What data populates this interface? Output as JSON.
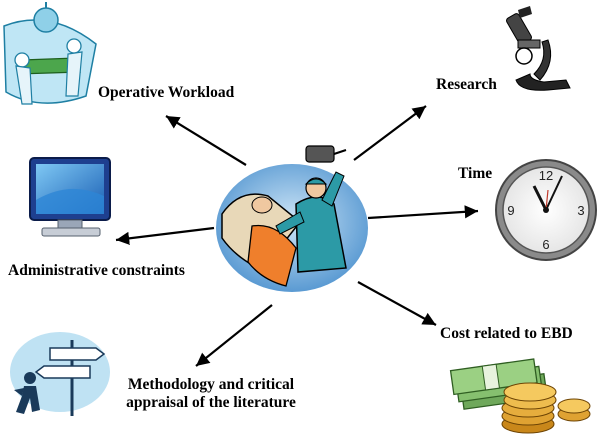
{
  "labels": {
    "operative_workload": "Operative Workload",
    "administrative_constraints": "Administrative constraints",
    "methodology_line1": "Methodology and critical",
    "methodology_line2": "appraisal of the literature",
    "research": "Research",
    "time": "Time",
    "cost": "Cost related to EBD"
  },
  "clock_numbers": {
    "twelve": "12",
    "three": "3",
    "six": "6",
    "nine": "9"
  },
  "icons": {
    "center": "surgeon-operating-icon",
    "operative": "operating-room-icon",
    "administrative": "computer-monitor-icon",
    "methodology": "signpost-walker-icon",
    "research": "microscope-icon",
    "time": "wall-clock-icon",
    "cost": "money-coins-icon"
  }
}
